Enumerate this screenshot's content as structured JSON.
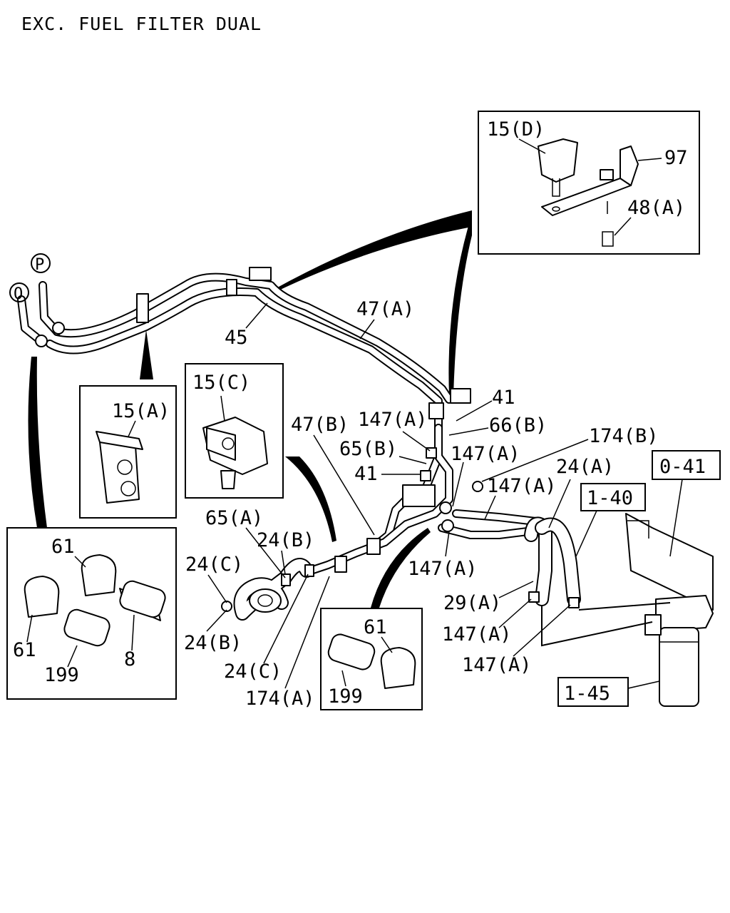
{
  "title": "EXC. FUEL FILTER DUAL",
  "markers": {
    "o": "O",
    "p": "P"
  },
  "ref_boxes": {
    "r041": "0-41",
    "r140": "1-40",
    "r145": "1-45"
  },
  "callouts": {
    "clip_15d": "15(D)",
    "bracket_97": "97",
    "bolt_48a": "48(A)",
    "pipe_47a": "47(A)",
    "pipe_45": "45",
    "clip_15a": "15(A)",
    "clip_15c": "15(C)",
    "pipe_47b": "47(B)",
    "clamp_147a_1": "147(A)",
    "clip_41_top": "41",
    "clip_66b": "66(B)",
    "clip_174b": "174(B)",
    "clip_65b": "65(B)",
    "clamp_147a_2": "147(A)",
    "hose_24a": "24(A)",
    "clip_41_mid": "41",
    "clamp_147a_3": "147(A)",
    "clip_65a": "65(A)",
    "hose_24b_top": "24(B)",
    "hose_24c_top": "24(C)",
    "clamp_147a_4": "147(A)",
    "hose_29a": "29(A)",
    "hose_24b_bottom": "24(B)",
    "hose_24c_bottom": "24(C)",
    "clamp_147a_5": "147(A)",
    "clamp_147a_6": "147(A)",
    "clip_174a": "174(A)",
    "grommet_61_top": "61",
    "grommet_61_left": "61",
    "tube_199_left": "199",
    "tube_8": "8",
    "grommet_61_right": "61",
    "tube_199_right": "199"
  }
}
